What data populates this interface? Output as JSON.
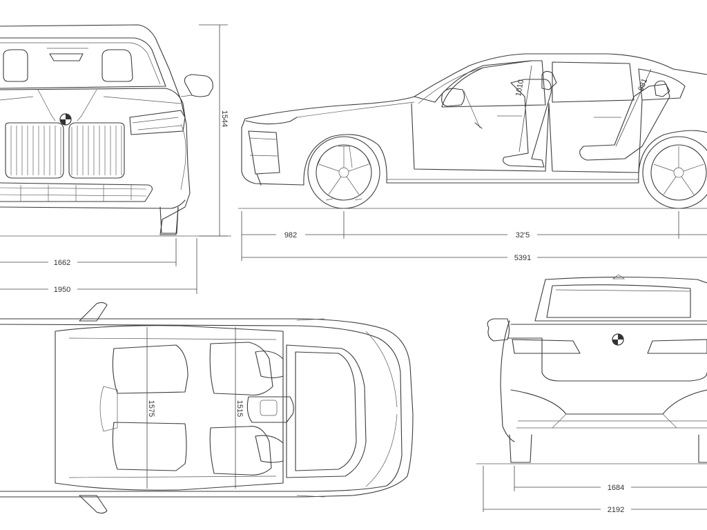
{
  "dimensions": {
    "front_track": "1662",
    "overall_width_mirrors": "1950",
    "height": "1544",
    "front_overhang": "982",
    "wheelbase": "32'5",
    "overall_length": "5391",
    "front_headroom": "1010",
    "rear_headroom": "981",
    "front_shoulder": "1575",
    "rear_shoulder": "1515",
    "rear_track": "1684",
    "overall_width_rear_mirrors": "2192"
  }
}
